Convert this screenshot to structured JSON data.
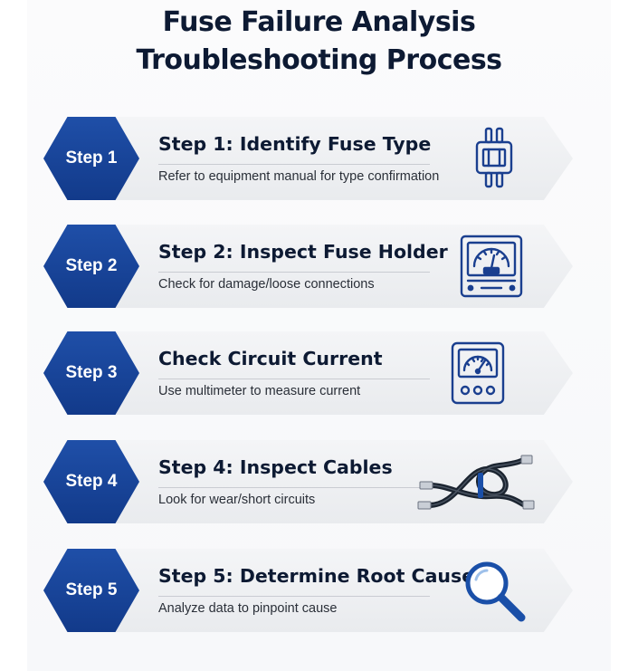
{
  "title": {
    "line1": "Fuse Failure Analysis",
    "line2": "Troubleshooting Process"
  },
  "colors": {
    "hex_blue": "#1a4699",
    "title_navy": "#0d1a33",
    "icon_blue": "#1a3f8f",
    "card_gray": "#eceef1"
  },
  "steps": [
    {
      "badge": "Step 1",
      "title": "Step 1: Identify Fuse Type",
      "description": "Refer to equipment manual for type confirmation",
      "icon": "fuse-icon"
    },
    {
      "badge": "Step 2",
      "title": "Step 2: Inspect Fuse Holder",
      "description": "Check for damage/loose connections",
      "icon": "panel-meter-icon"
    },
    {
      "badge": "Step 3",
      "title": "Check Circuit Current",
      "description": "Use multimeter to measure current",
      "icon": "multimeter-icon"
    },
    {
      "badge": "Step 4",
      "title": "Step 4: Inspect Cables",
      "description": "Look for wear/short circuits",
      "icon": "cable-icon"
    },
    {
      "badge": "Step 5",
      "title": "Step 5: Determine Root Cause",
      "description": "Analyze data to pinpoint cause",
      "icon": "magnifier-icon"
    }
  ]
}
